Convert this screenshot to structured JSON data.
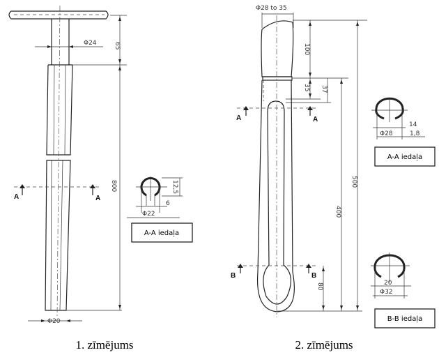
{
  "figure1": {
    "caption": "1. zīmējums",
    "dims": {
      "handle_dia": "Φ24",
      "top_len": "65",
      "total_len": "800",
      "section_dia": "Φ22",
      "section_h": "12,5",
      "gap": "6",
      "bottom_dia": "Φ20"
    },
    "section_marks": [
      "A",
      "A"
    ],
    "section_label": "A-A iedaļa"
  },
  "figure2": {
    "caption": "2. zīmējums",
    "dims": {
      "handle_dia": "Φ28 to 35",
      "handle_len": "100",
      "collar_len": "35",
      "collar_len2": "37",
      "loop_len": "400",
      "total_len": "500",
      "end_len": "80",
      "a_gap": "14",
      "a_dia": "Φ28",
      "a_wall": "1,8",
      "b_gap": "20",
      "b_dia": "Φ32"
    },
    "section_marks_a": [
      "A",
      "A"
    ],
    "section_marks_b": [
      "B",
      "B"
    ],
    "section_label_a": "A-A iedaļa",
    "section_label_b": "B-B iedaļa"
  }
}
